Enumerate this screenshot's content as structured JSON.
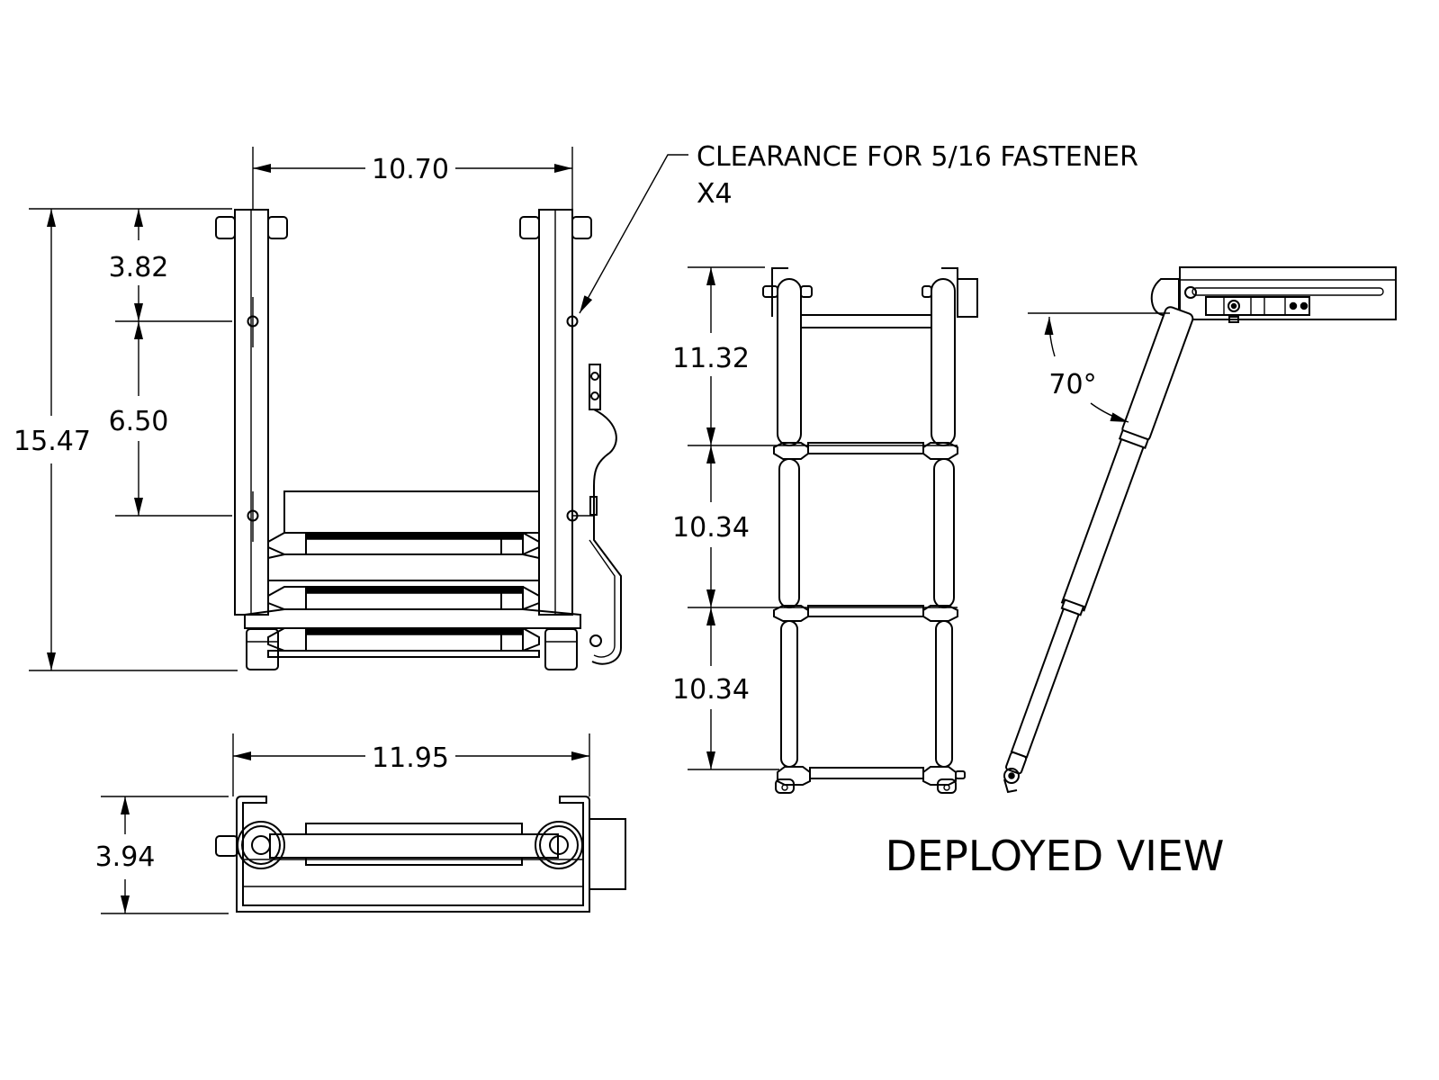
{
  "front_view": {
    "width_dim": "10.70",
    "height_dim": "15.47",
    "top_to_hole_dim": "3.82",
    "hole_spacing_dim": "6.50"
  },
  "callout": {
    "line1": "CLEARANCE FOR 5/16 FASTENER",
    "line2": "X4"
  },
  "top_view": {
    "width_dim": "11.95",
    "depth_dim": "3.94"
  },
  "deployed_view": {
    "title": "DEPLOYED VIEW",
    "step1_dim": "11.32",
    "step2_dim": "10.34",
    "step3_dim": "10.34",
    "angle_dim": "70°"
  }
}
